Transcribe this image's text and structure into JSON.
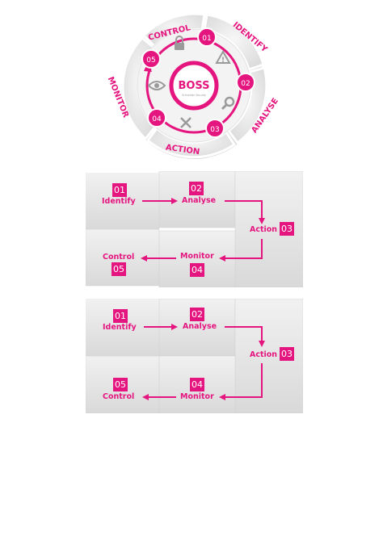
{
  "colors": {
    "accent": "#e5157f",
    "panel": "#e4e4e4",
    "ring": "#ececec"
  },
  "wheel": {
    "segments": [
      "CONTROL",
      "IDENTIFY",
      "ANALYSE",
      "ACTION",
      "MONITOR"
    ],
    "steps": [
      "01",
      "02",
      "03",
      "04",
      "05"
    ],
    "logo": "BOSS",
    "logo_sub": "Schneider Security",
    "icons": [
      "lock-icon",
      "warning-icon",
      "magnifier-icon",
      "tools-icon",
      "eye-icon"
    ]
  },
  "panel1": {
    "steps": [
      {
        "num": "01",
        "label": "Identify"
      },
      {
        "num": "02",
        "label": "Analyse"
      },
      {
        "num": "03",
        "label": "Action"
      },
      {
        "num": "04",
        "label": "Monitor"
      },
      {
        "num": "05",
        "label": "Control"
      }
    ]
  },
  "panel2": {
    "steps": [
      {
        "num": "01",
        "label": "Identify"
      },
      {
        "num": "02",
        "label": "Analyse"
      },
      {
        "num": "03",
        "label": "Action"
      },
      {
        "num": "04",
        "label": "Monitor"
      },
      {
        "num": "05",
        "label": "Control"
      }
    ]
  }
}
